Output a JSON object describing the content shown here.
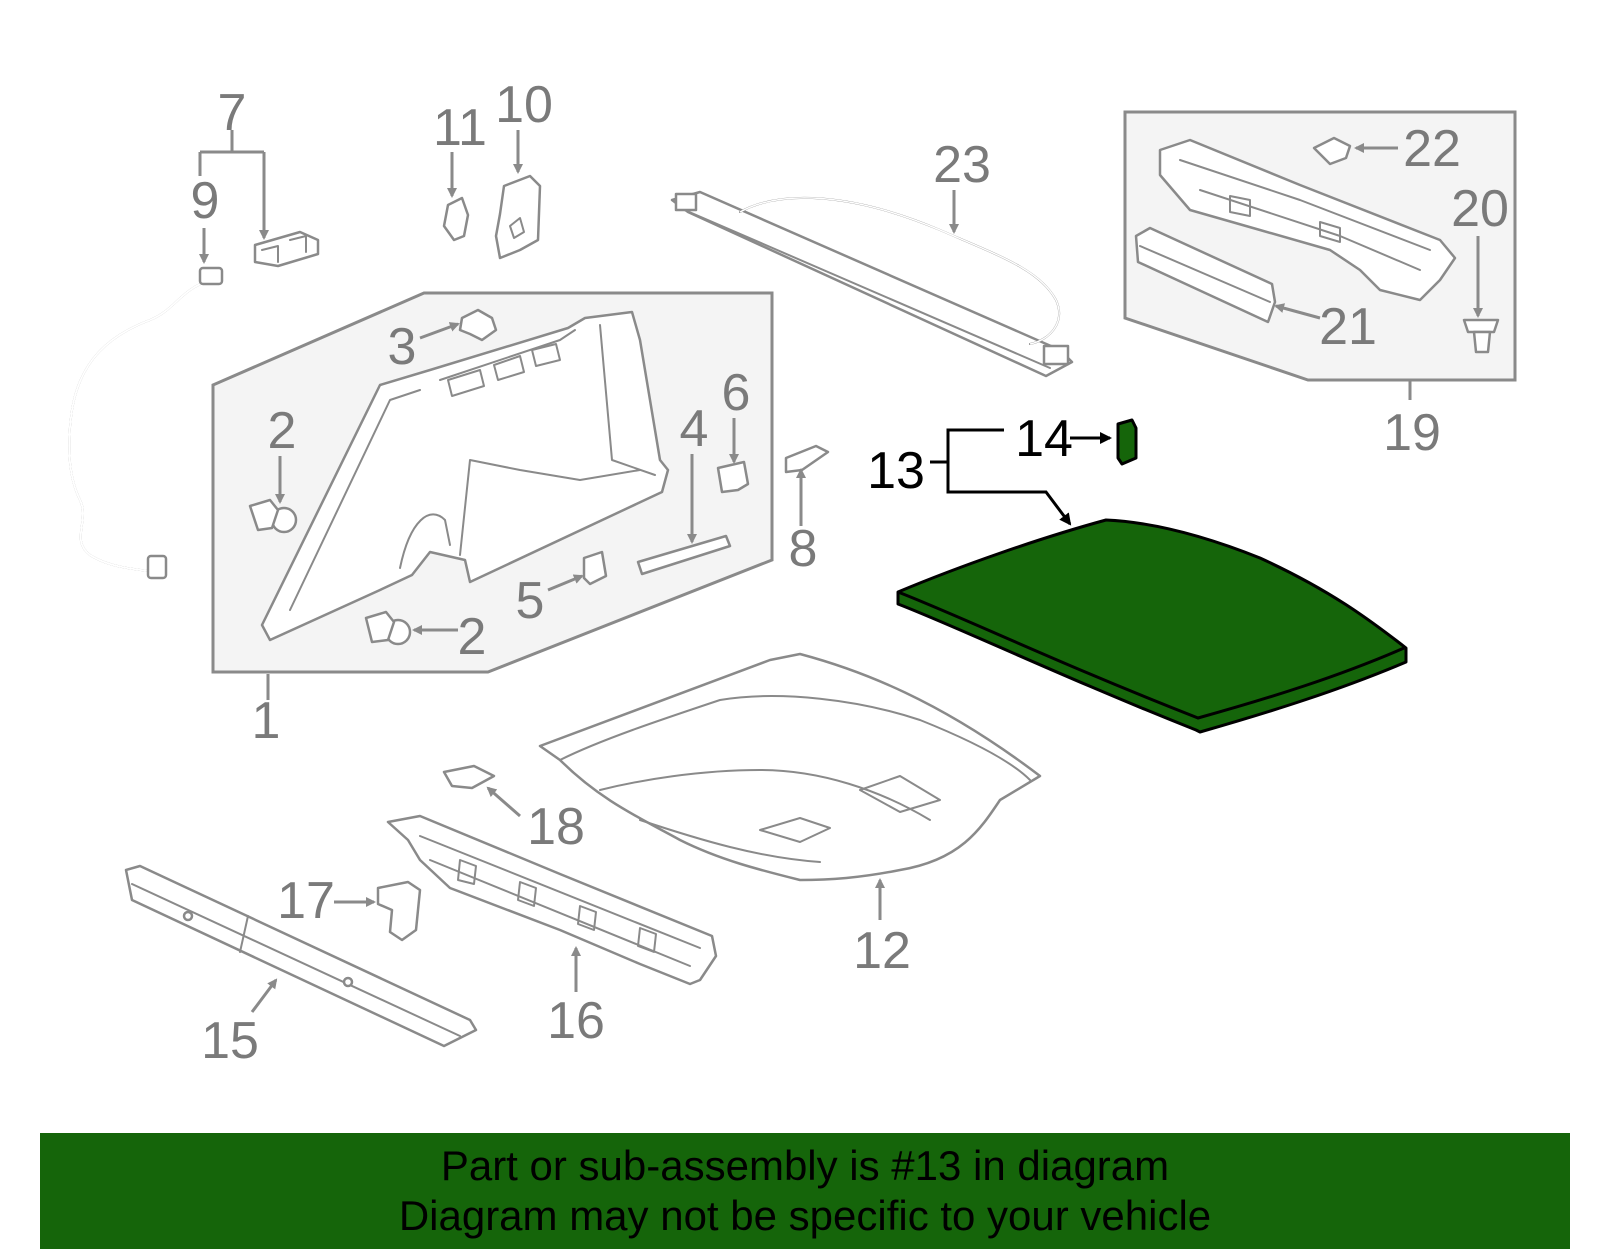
{
  "labels": {
    "l1": "1",
    "l2a": "2",
    "l2b": "2",
    "l3": "3",
    "l4": "4",
    "l5": "5",
    "l6": "6",
    "l7": "7",
    "l8": "8",
    "l9": "9",
    "l10": "10",
    "l11": "11",
    "l12": "12",
    "l13": "13",
    "l14": "14",
    "l15": "15",
    "l16": "16",
    "l17": "17",
    "l18": "18",
    "l19": "19",
    "l20": "20",
    "l21": "21",
    "l22": "22",
    "l23": "23"
  },
  "highlight": {
    "part_number": "13",
    "color": "#15650a"
  },
  "banner": {
    "line1": "Part or sub-assembly is #13 in diagram",
    "line2": "Diagram may not be specific to your vehicle"
  }
}
